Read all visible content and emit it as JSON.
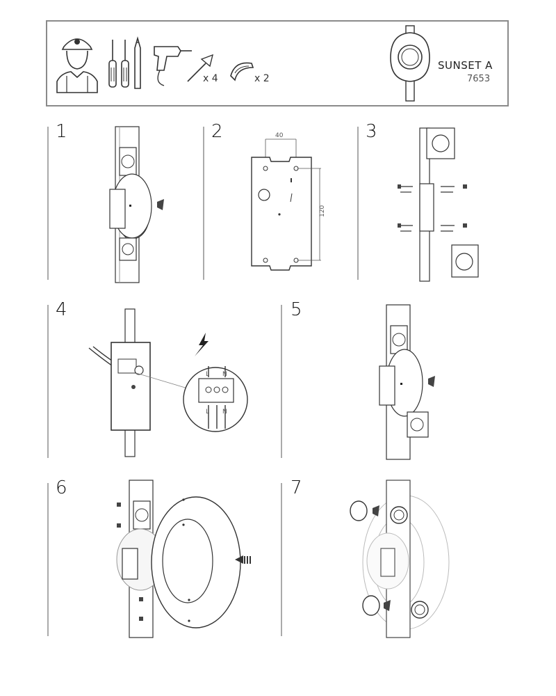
{
  "header": {
    "screw_qty": "x 4",
    "clip_qty": "x 2",
    "product_name": "SUNSET A",
    "product_code": "7653"
  },
  "steps": [
    {
      "number": "1"
    },
    {
      "number": "2",
      "dim_width": "40",
      "dim_height": "120"
    },
    {
      "number": "3"
    },
    {
      "number": "4",
      "terminal_top": [
        "L",
        "N"
      ],
      "terminal_bottom": [
        "L",
        "N"
      ]
    },
    {
      "number": "5"
    },
    {
      "number": "6"
    },
    {
      "number": "7"
    }
  ],
  "icons": [
    "installer-icon",
    "screwdriver-icon",
    "pencil-icon",
    "drill-icon",
    "wall-plug-icon",
    "clip-icon",
    "lamp-preview-icon",
    "electric-bolt-icon"
  ]
}
